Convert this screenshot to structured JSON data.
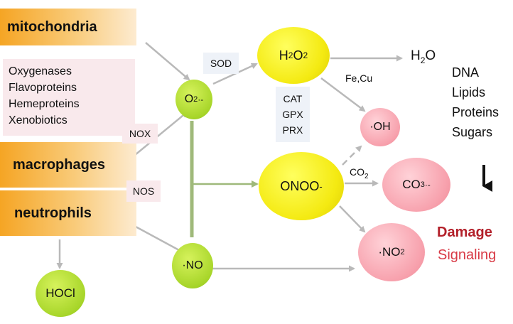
{
  "sources": {
    "mitochondria": "mitochondria",
    "macrophages": "macrophages",
    "neutrophils": "neutrophils"
  },
  "enzymes": [
    "Oxygenases",
    "Flavoproteins",
    "Hemeproteins",
    "Xenobiotics"
  ],
  "labels": {
    "nox": "NOX",
    "nos": "NOS",
    "sod": "SOD",
    "cat": "CAT",
    "gpx": "GPX",
    "prx": "PRX",
    "fe_cu": "Fe,Cu",
    "co2_base": "CO",
    "co2_sub": "2"
  },
  "nodes": {
    "superoxide_base": "O",
    "superoxide_sub": "2",
    "superoxide_sup": "·-",
    "h2o2_h": "H",
    "h2o2_sub1": "2",
    "h2o2_o": "O",
    "h2o2_sub2": "2",
    "h2o_h": "H",
    "h2o_sub": "2",
    "h2o_o": "O",
    "oh": "·OH",
    "onoo_base": "ONOO",
    "onoo_sup": "-",
    "co3_base": "CO",
    "co3_sub": "3",
    "co3_sup": "·-",
    "no": "·NO",
    "no2_base": "·NO",
    "no2_sub": "2",
    "hocl": "HOCl"
  },
  "targets": [
    "DNA",
    "Lipids",
    "Proteins",
    "Sugars"
  ],
  "outcomes": {
    "damage": "Damage",
    "signaling": "Signaling"
  },
  "colors": {
    "source_orange": "#f5a524",
    "enzyme_pink": "#f9e9ec",
    "node_green": "#a8d62a",
    "node_yellow": "#f4ea12",
    "node_pink": "#f7a0ac",
    "arrow_gray": "#b9b9b9",
    "link_green": "#9fb97a",
    "damage_red": "#b3202a",
    "signaling_red": "#d83a46"
  }
}
